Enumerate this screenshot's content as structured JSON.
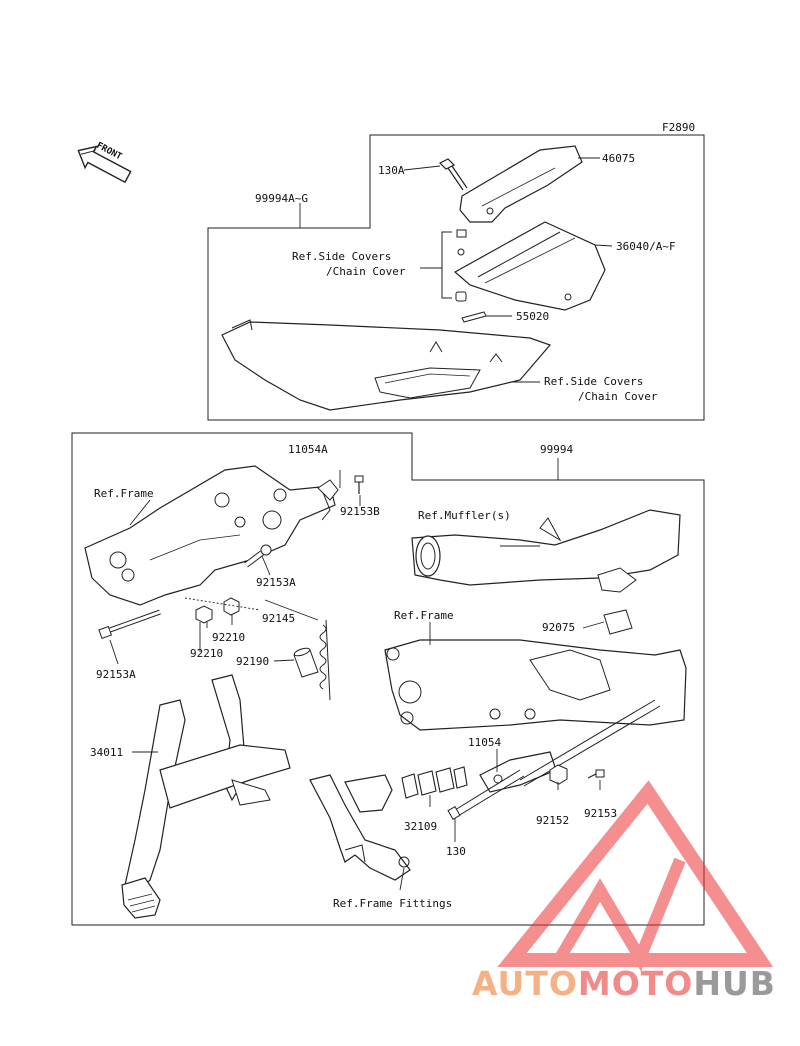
{
  "figure_code": "F2890",
  "front_label": "FRONT",
  "labels": {
    "l_130A": "130A",
    "l_46075": "46075",
    "l_99994AG": "99994A~G",
    "l_ref_side_covers_1": "Ref.Side Covers",
    "l_chain_cover_1": "/Chain Cover",
    "l_36040": "36040/A~F",
    "l_55020": "55020",
    "l_ref_side_covers_2": "Ref.Side Covers",
    "l_chain_cover_2": "/Chain Cover",
    "l_11054A": "11054A",
    "l_99994": "99994",
    "l_ref_frame_1": "Ref.Frame",
    "l_92153B": "92153B",
    "l_ref_muffler": "Ref.Muffler(s)",
    "l_92153A_1": "92153A",
    "l_92145": "92145",
    "l_ref_frame_2": "Ref.Frame",
    "l_92210_1": "92210",
    "l_92210_2": "92210",
    "l_92075": "92075",
    "l_92190": "92190",
    "l_92153A_2": "92153A",
    "l_34011": "34011",
    "l_11054": "11054",
    "l_32109": "32109",
    "l_92152": "92152",
    "l_92153": "92153",
    "l_130": "130",
    "l_ref_frame_fittings": "Ref.Frame Fittings"
  },
  "watermark": {
    "part1": "AUTO",
    "part2": "MOTO",
    "part3": "HUB"
  },
  "colors": {
    "line": "#222222",
    "watermark_red": "#ee4444",
    "watermark_orange": "#f4b183",
    "watermark_gray": "#9a9a9a"
  }
}
